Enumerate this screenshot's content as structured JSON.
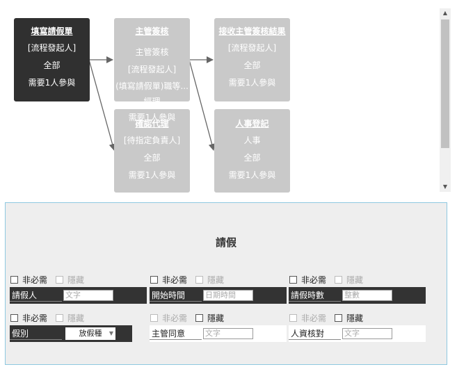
{
  "flow": {
    "nodes": [
      {
        "title": "填寫請假單",
        "lines": [
          "[流程發起人]",
          "全部",
          "需要1人參與"
        ]
      },
      {
        "title": "主管簽核",
        "lines": [
          "主管簽核",
          "[流程發起人]",
          "(填寫請假單)職等...經理"
        ]
      },
      {
        "title": "接收主管簽核結果",
        "lines": [
          "[流程發起人]",
          "全部",
          "需要1人參與"
        ]
      },
      {
        "title": "確認代理",
        "lines": [
          "[待指定負責人]",
          "全部",
          "需要1人參與"
        ],
        "overlap": "需要1人參與"
      },
      {
        "title": "人事登記",
        "lines": [
          "人事",
          "全部",
          "需要1人參與"
        ]
      }
    ]
  },
  "form": {
    "title": "請假",
    "options": {
      "required": "非必需",
      "hidden": "隱藏"
    },
    "fields": [
      {
        "label": "請假人",
        "placeholder": "文字"
      },
      {
        "label": "開始時間",
        "placeholder": "日期時間"
      },
      {
        "label": "請假時數",
        "placeholder": "整數"
      },
      {
        "label": "假別",
        "select": "放假種"
      },
      {
        "label": "主管同意",
        "placeholder": "文字"
      },
      {
        "label": "人資核對",
        "placeholder": "文字"
      }
    ]
  },
  "colors": {
    "active_node": "#303030",
    "node": "#c9c9c9",
    "form_border": "#8ec8e0",
    "form_bg": "#eeeeee"
  }
}
